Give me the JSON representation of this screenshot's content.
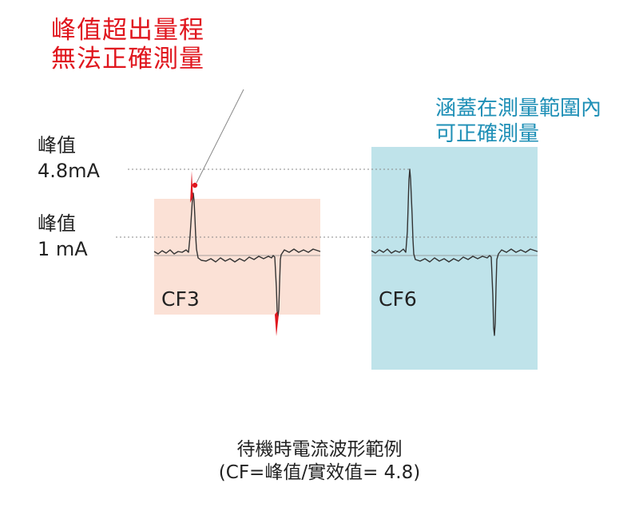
{
  "annotations": {
    "over_range_line1": "峰值超出量程",
    "over_range_line2": "無法正確測量",
    "in_range_line1": "涵蓋在測量範圍內",
    "in_range_line2": "可正確測量"
  },
  "peak_labels": {
    "high_line1": "峰值",
    "high_line2": "4.8mA",
    "low_line1": "峰值",
    "low_line2": "1 mA"
  },
  "panels": [
    {
      "label": "CF3",
      "fill": "#fbe1d6",
      "status": "over_range"
    },
    {
      "label": "CF6",
      "fill": "#bfe3ea",
      "status": "in_range"
    }
  ],
  "caption": {
    "line1": "待機時電流波形範例",
    "line2": "(CF=峰值/實效值= 4.8)"
  },
  "colors": {
    "over_range": "#e0161e",
    "in_range": "#1e8fb6",
    "waveform": "#333333",
    "guide": "#888888"
  }
}
